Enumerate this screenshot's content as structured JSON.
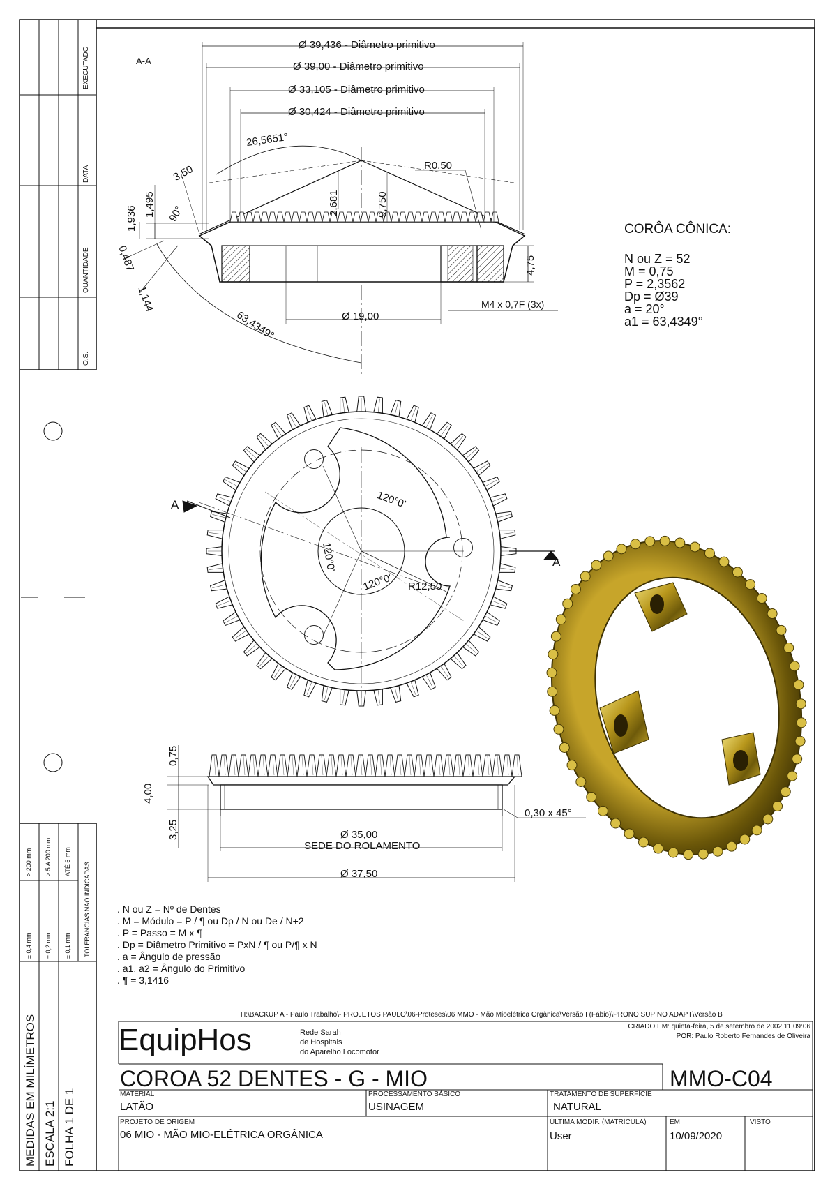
{
  "section_label": "A-A",
  "cut_label_left": "A",
  "cut_label_right": "A",
  "dims": {
    "d1": "Ø 39,436 - Diâmetro primitivo",
    "d2": "Ø 39,00 - Diâmetro primitivo",
    "d3": "Ø 33,105 - Diâmetro primitivo",
    "d4": "Ø 30,424 - Diâmetro primitivo",
    "angle1": "26,5651°",
    "angle2": "63,4349°",
    "r050": "R0,50",
    "d350": "3,50",
    "d1495": "1,495",
    "d1936": "1,936",
    "a90": "90°",
    "d0487": "0,487",
    "d1144": "1,144",
    "d2681": "2,681",
    "d9750": "9,750",
    "d475": "4,75",
    "d19": "Ø 19,00",
    "m4": "M4 x 0,7F (3x)",
    "a120a": "120°0'",
    "a120b": "120°0'",
    "a120c": "120°0'",
    "r1250": "R12,50",
    "d075": "0,75",
    "d400": "4,00",
    "d325": "3,25",
    "chamfer": "0,30 x 45°",
    "d35": "Ø 35,00",
    "sede": "SEDE DO ROLAMENTO",
    "d3750": "Ø 37,50"
  },
  "spec": {
    "title": "CORÔA CÔNICA:",
    "lines": [
      "N ou Z = 52",
      "M = 0,75",
      "P = 2,3562",
      "Dp = Ø39",
      "a = 20°",
      "a1 = 63,4349°"
    ]
  },
  "notes": [
    ". N ou Z = Nº de Dentes",
    ". M = Módulo = P / ¶  ou  Dp / N  ou  De / N+2",
    ". P = Passo = M x ¶",
    ". Dp = Diâmetro Primitivo = PxN / ¶ ou P/¶ x N",
    ". a = Ângulo de pressão",
    ". a1, a2 = Ângulo do Primitivo",
    ". ¶ = 3,1416"
  ],
  "left_strip": {
    "executado": "EXECUTADO",
    "data": "DATA",
    "quantidade": "QUANTIDADE",
    "os": "O.S.",
    "tol_title": "TOLERÂNCIAS NÃO INDICADAS:",
    "tol_rows": [
      {
        "range": "> 200 mm",
        "tol": "± 0,4 mm"
      },
      {
        "range": "> 5 A 200 mm",
        "tol": "± 0,2 mm"
      },
      {
        "range": "ATÉ 5 mm",
        "tol": "± 0,1 mm"
      }
    ],
    "medidas": "MEDIDAS EM MILÍMETROS",
    "escala": "ESCALA 2:1",
    "folha": "FOLHA 1 DE 1"
  },
  "title_block": {
    "path": "H:\\BACKUP A - Paulo Trabalho\\- PROJETOS PAULO\\06-Proteses\\06 MMO - Mão Mioelétrica Orgânica\\Versão I (Fábio)\\PRONO SUPINO ADAPT\\Versão B",
    "company": "EquipHos",
    "company_sub": [
      "Rede Sarah",
      "de Hospitais",
      "do Aparelho Locomotor"
    ],
    "criado": "CRIADO EM: quinta-feira, 5 de setembro de 2002 11:09:06",
    "por": "POR: Paulo Roberto Fernandes de Oliveira",
    "title": "COROA 52 DENTES - G - MIO",
    "code": "MMO-C04",
    "material_label": "MATERIAL",
    "material": "LATÃO",
    "processo_label": "PROCESSAMENTO BÁSICO",
    "processo": "USINAGEM",
    "tratamento_label": "TRATAMENTO DE SUPERFÍCIE",
    "tratamento": "NATURAL",
    "projeto_label": "PROJETO DE ORIGEM",
    "projeto": "06 MIO - MÃO MIO-ELÉTRICA ORGÂNICA",
    "ultima_label": "ÚLTIMA MODIF. (MATRÍCULA)",
    "ultima": "User",
    "em_label": "EM",
    "em": "10/09/2020",
    "visto_label": "VISTO"
  },
  "colors": {
    "line": "#111111",
    "brass_dark": "#5a4a08",
    "brass_mid": "#a88c1a",
    "brass_light": "#e8d66a"
  }
}
